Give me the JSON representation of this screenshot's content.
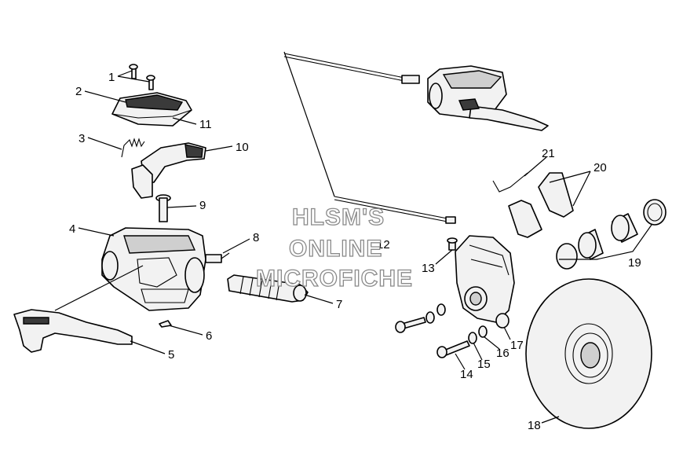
{
  "watermark": {
    "line1": "HLSM'S",
    "line2": "ONLINE",
    "line3": "MICROFICHE"
  },
  "callouts": {
    "c1": "1",
    "c2": "2",
    "c3": "3",
    "c4": "4",
    "c5": "5",
    "c6": "6",
    "c7": "7",
    "c8": "8",
    "c9": "9",
    "c10": "10",
    "c11": "11",
    "c12": "12",
    "c13": "13",
    "c14": "14",
    "c15": "15",
    "c16": "16",
    "c17": "17",
    "c18": "18",
    "c19": "19",
    "c20": "20",
    "c21": "21"
  },
  "colors": {
    "line": "#000000",
    "watermark_outline": "#8a8a8a",
    "background": "#ffffff"
  }
}
